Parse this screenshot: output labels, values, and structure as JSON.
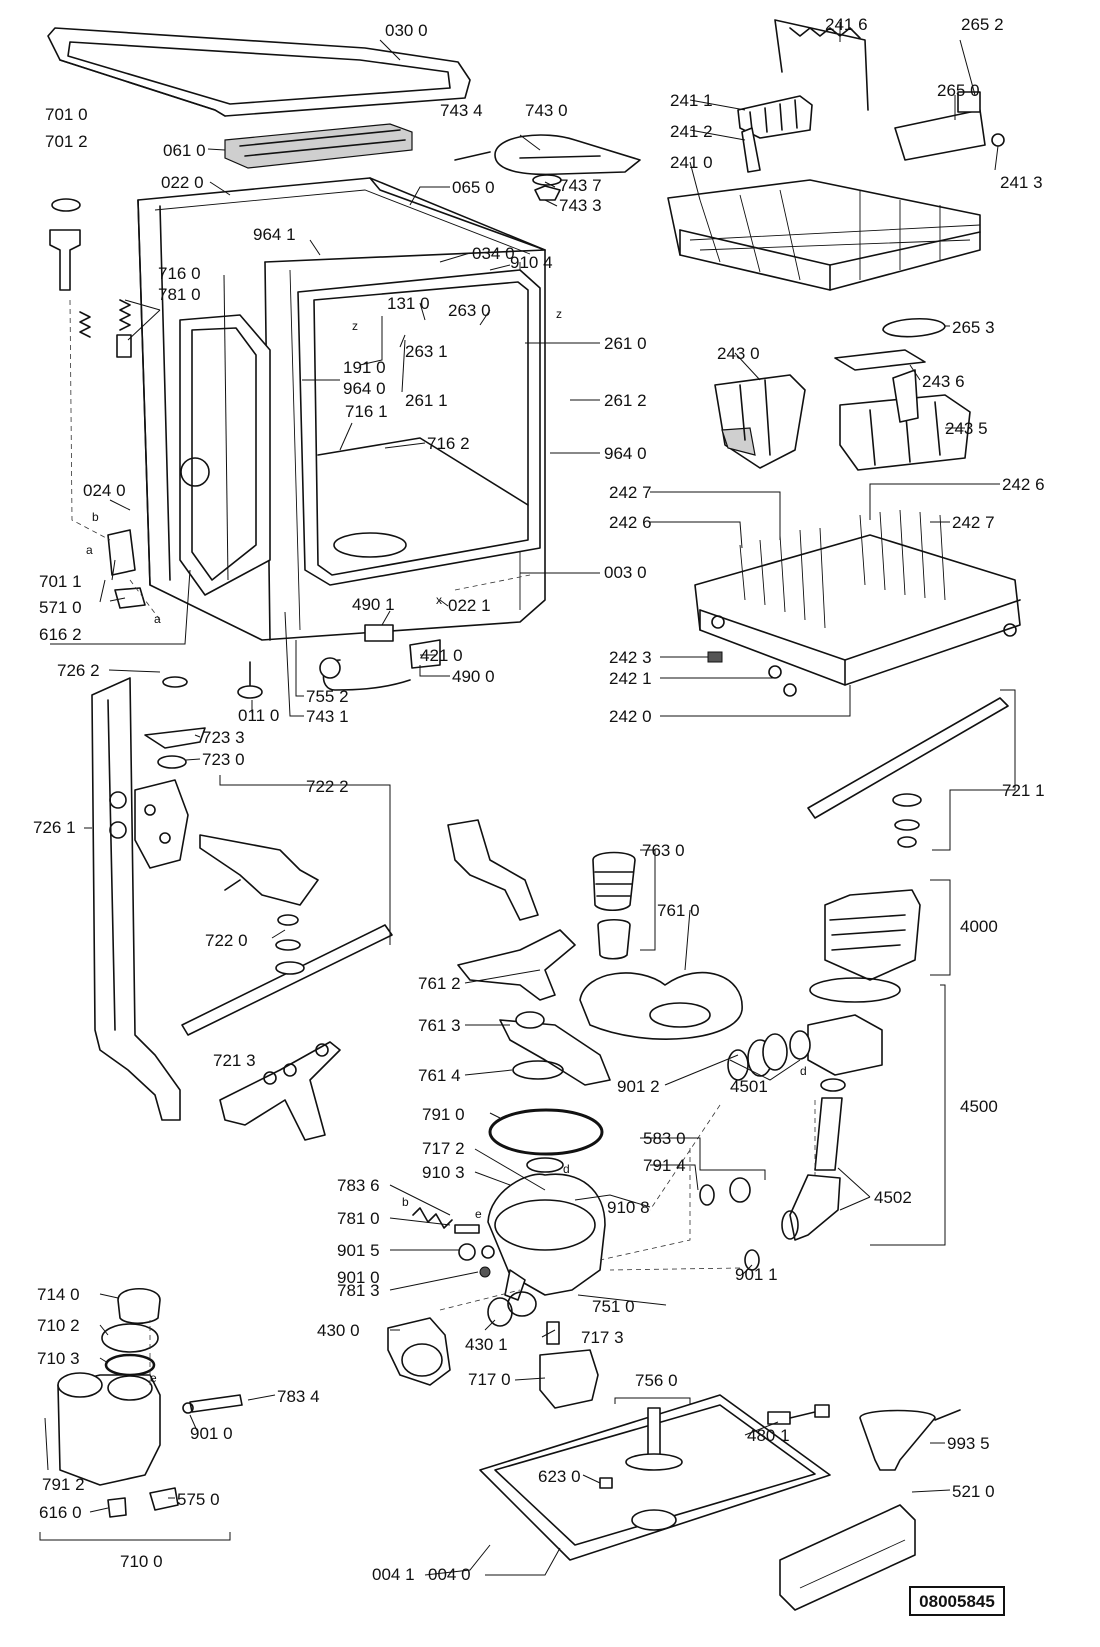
{
  "drawing_code": "08005845",
  "labels": [
    {
      "t": "030 0"
    },
    {
      "t": "743 4"
    },
    {
      "t": "743 0"
    },
    {
      "t": "701 0"
    },
    {
      "t": "701 2"
    },
    {
      "t": "061 0"
    },
    {
      "t": "022 0"
    },
    {
      "t": "065 0"
    },
    {
      "t": "743 7"
    },
    {
      "t": "743 3"
    },
    {
      "t": "964 1"
    },
    {
      "t": "034 0"
    },
    {
      "t": "910 4"
    },
    {
      "t": "716 0"
    },
    {
      "t": "781 0"
    },
    {
      "t": "131 0"
    },
    {
      "t": "263 0"
    },
    {
      "t": "261 0"
    },
    {
      "t": "191 0"
    },
    {
      "t": "964 0"
    },
    {
      "t": "263 1"
    },
    {
      "t": "261 1"
    },
    {
      "t": "261 2"
    },
    {
      "t": "716 1"
    },
    {
      "t": "716 2"
    },
    {
      "t": "964 0"
    },
    {
      "t": "024 0"
    },
    {
      "t": "701 1"
    },
    {
      "t": "003 0"
    },
    {
      "t": "571 0"
    },
    {
      "t": "616 2"
    },
    {
      "t": "490 1"
    },
    {
      "t": "022 1"
    },
    {
      "t": "421 0"
    },
    {
      "t": "490 0"
    },
    {
      "t": "726 2"
    },
    {
      "t": "011 0"
    },
    {
      "t": "755 2"
    },
    {
      "t": "743 1"
    },
    {
      "t": "723 3"
    },
    {
      "t": "723 0"
    },
    {
      "t": "722 2"
    },
    {
      "t": "726 1"
    },
    {
      "t": "722 0"
    },
    {
      "t": "721 3"
    },
    {
      "t": "241 6"
    },
    {
      "t": "265 2"
    },
    {
      "t": "241 1"
    },
    {
      "t": "265 0"
    },
    {
      "t": "241 2"
    },
    {
      "t": "241 0"
    },
    {
      "t": "241 3"
    },
    {
      "t": "265 3"
    },
    {
      "t": "243 0"
    },
    {
      "t": "243 6"
    },
    {
      "t": "243 5"
    },
    {
      "t": "242 7"
    },
    {
      "t": "242 6"
    },
    {
      "t": "242 6"
    },
    {
      "t": "242 7"
    },
    {
      "t": "242 3"
    },
    {
      "t": "242 1"
    },
    {
      "t": "242 0"
    },
    {
      "t": "721 1"
    },
    {
      "t": "763 0"
    },
    {
      "t": "761 0"
    },
    {
      "t": "4000"
    },
    {
      "t": "761 2"
    },
    {
      "t": "761 3"
    },
    {
      "t": "761 4"
    },
    {
      "t": "901 2"
    },
    {
      "t": "4501"
    },
    {
      "t": "4500"
    },
    {
      "t": "791 0"
    },
    {
      "t": "583 0"
    },
    {
      "t": "717 2"
    },
    {
      "t": "910 3"
    },
    {
      "t": "791 4"
    },
    {
      "t": "4502"
    },
    {
      "t": "783 6"
    },
    {
      "t": "910 8"
    },
    {
      "t": "781 0"
    },
    {
      "t": "901 5"
    },
    {
      "t": "901 0"
    },
    {
      "t": "901 1"
    },
    {
      "t": "781 3"
    },
    {
      "t": "714 0"
    },
    {
      "t": "751 0"
    },
    {
      "t": "430 0"
    },
    {
      "t": "710 2"
    },
    {
      "t": "717 3"
    },
    {
      "t": "430 1"
    },
    {
      "t": "710 3"
    },
    {
      "t": "783 4"
    },
    {
      "t": "717 0"
    },
    {
      "t": "756 0"
    },
    {
      "t": "901 0"
    },
    {
      "t": "480 1"
    },
    {
      "t": "993 5"
    },
    {
      "t": "791 2"
    },
    {
      "t": "623 0"
    },
    {
      "t": "575 0"
    },
    {
      "t": "616 0"
    },
    {
      "t": "521 0"
    },
    {
      "t": "710 0"
    },
    {
      "t": "004 1"
    },
    {
      "t": "004 0"
    }
  ],
  "letters": [
    {
      "t": "z"
    },
    {
      "t": "z"
    },
    {
      "t": "b"
    },
    {
      "t": "a"
    },
    {
      "t": "a"
    },
    {
      "t": "x"
    },
    {
      "t": "d"
    },
    {
      "t": "d"
    },
    {
      "t": "b"
    },
    {
      "t": "e"
    },
    {
      "t": "e"
    }
  ]
}
